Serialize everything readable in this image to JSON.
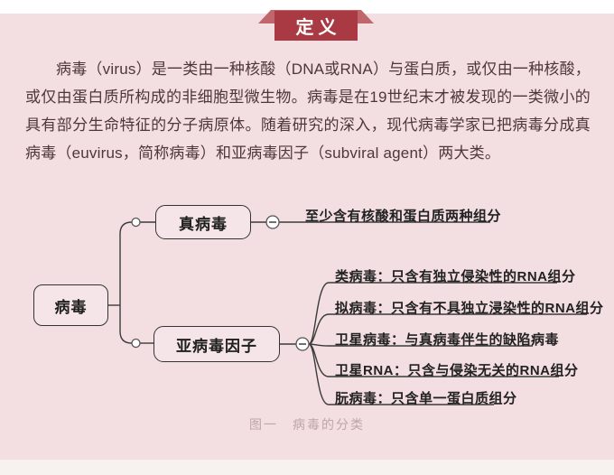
{
  "banner": {
    "label": "定义"
  },
  "paragraph": {
    "text": "病毒（virus）是一类由一种核酸（DNA或RNA）与蛋白质，或仅由一种核酸，或仅由蛋白质所构成的非细胞型微生物。病毒是在19世纪末才被发现的一类微小的具有部分生命特征的分子病原体。随着研究的深入，现代病毒学家已把病毒分成真病毒（euvirus，简称病毒）和亚病毒因子（subviral agent）两大类。"
  },
  "diagram": {
    "root": {
      "label": "病毒"
    },
    "euvirus": {
      "label": "真病毒",
      "note": "至少含有核酸和蛋白质两种组分"
    },
    "subviral": {
      "label": "亚病毒因子",
      "items": [
        {
          "text": "类病毒：只含有独立侵染性的RNA组分"
        },
        {
          "text": "拟病毒：只含有不具独立浸染性的RNA组分"
        },
        {
          "text": "卫星病毒：与真病毒伴生的缺陷病毒"
        },
        {
          "text": "卫星RNA：只含与侵染无关的RNA组分"
        },
        {
          "text": "朊病毒：只含单一蛋白质组分"
        }
      ]
    },
    "caption": "图一　病毒的分类"
  },
  "colors": {
    "panel_background": "#f3dee1",
    "banner_box": "#a93a43",
    "banner_ribbon": "#c2666d",
    "paragraph_text": "#4e373b",
    "diagram_line": "#3b3b3b",
    "caption_text": "#bda6aa"
  }
}
